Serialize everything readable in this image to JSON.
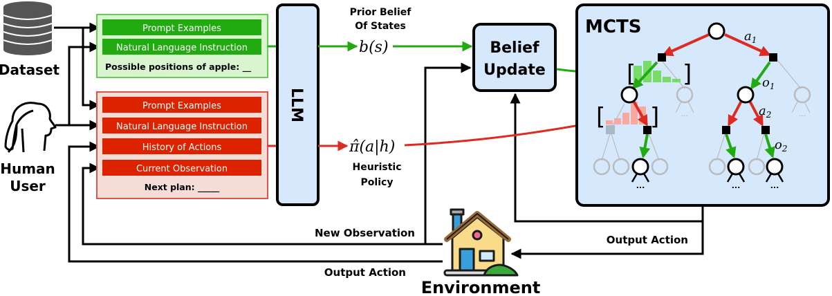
{
  "sources": {
    "dataset_label": "Dataset",
    "human_label_line1": "Human",
    "human_label_line2": "User"
  },
  "belief_prompt": {
    "items": [
      "Prompt Examples",
      "Natural Language Instruction"
    ],
    "query": "Possible positions of apple: __",
    "color": "#22aa11",
    "bg": "#d8f5d0"
  },
  "policy_prompt": {
    "items": [
      "Prompt Examples",
      "Natural Language Instruction",
      "History of Actions",
      "Current Observation"
    ],
    "query": "Next plan: _____",
    "color": "#dd2200",
    "bg": "#f6dcd6"
  },
  "llm": {
    "label": "LLM"
  },
  "prior_belief": {
    "caption_line1": "Prior Belief",
    "caption_line2": "Of States",
    "symbol": "b(s)"
  },
  "heuristic_policy": {
    "symbol": "π̂(a|h)",
    "caption_line1": "Heuristic",
    "caption_line2": "Policy"
  },
  "belief_update": {
    "line1": "Belief",
    "line2": "Update"
  },
  "mcts": {
    "title": "MCTS",
    "labels": {
      "a1": "a",
      "a1_sub": "1",
      "o1": "o",
      "o1_sub": "1",
      "a2": "a",
      "a2_sub": "2",
      "o2": "o",
      "o2_sub": "2"
    },
    "ellipsis": "..."
  },
  "environment": {
    "label": "Environment"
  },
  "flows": {
    "new_observation": "New Observation",
    "output_action_left": "Output Action",
    "output_action_right": "Output Action"
  },
  "colors": {
    "green": "#22aa11",
    "red": "#dd2a22",
    "panel": "#d6e8fb",
    "grey": "#bbbbbb"
  }
}
